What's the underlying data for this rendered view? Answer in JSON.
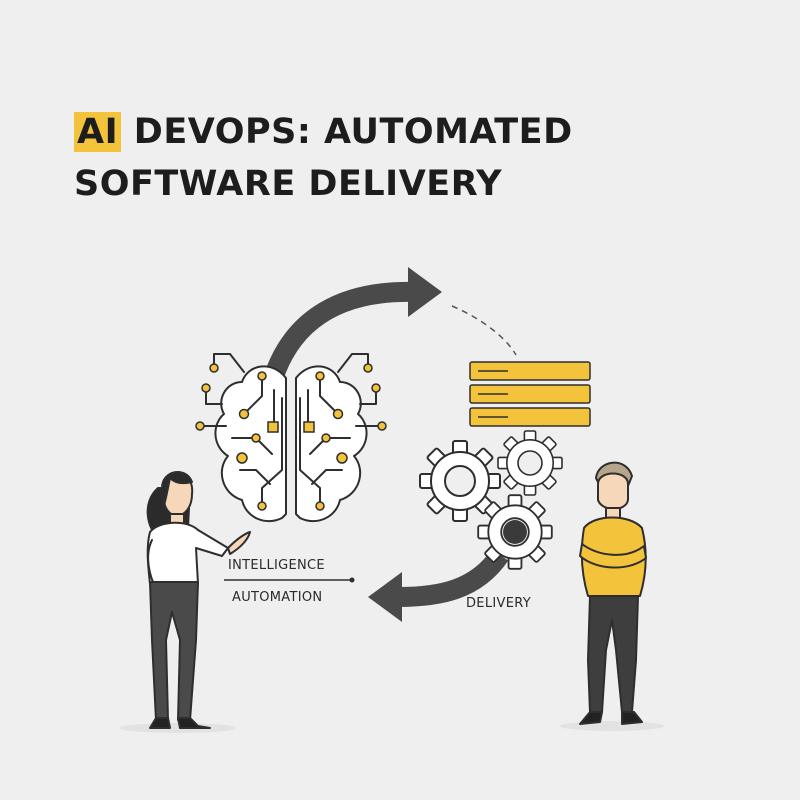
{
  "title": {
    "highlight": "AI",
    "line1_rest": " DEVOPS: AUTOMATED",
    "line2": "SOFTWARE DELIVERY"
  },
  "labels": {
    "intelligence": "INTELLIGENCE",
    "automation": "AUTOMATION",
    "delivery": "DELIVERY"
  },
  "colors": {
    "background": "#efefef",
    "accent": "#f3c33c",
    "arrow": "#4a4a4a",
    "ink": "#2e2e2e"
  }
}
